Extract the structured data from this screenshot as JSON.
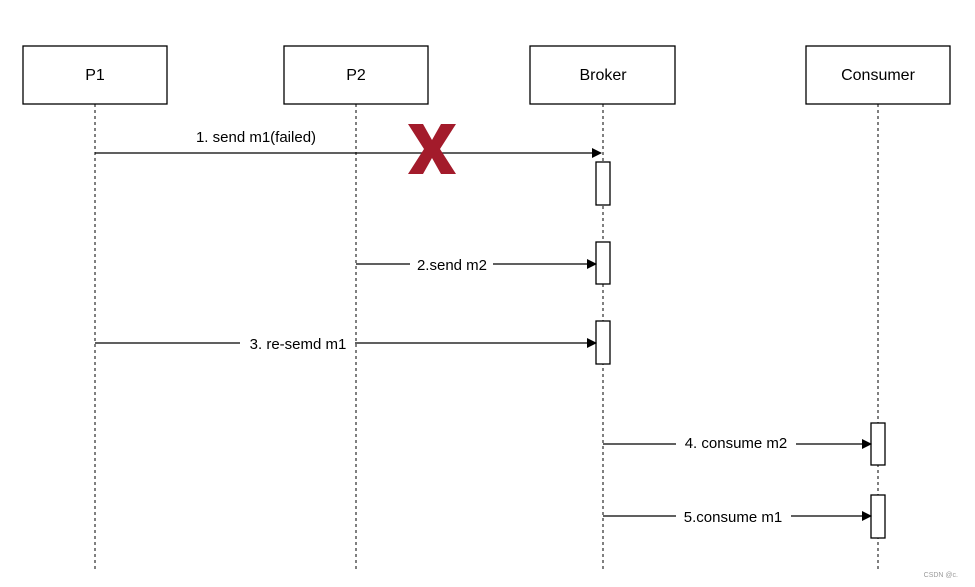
{
  "actors": {
    "p1": "P1",
    "p2": "P2",
    "broker": "Broker",
    "consumer": "Consumer"
  },
  "messages": [
    {
      "label": "1. send m1(failed)",
      "from": "P1",
      "to": "Broker",
      "failed": true
    },
    {
      "label": "2.send m2",
      "from": "P2",
      "to": "Broker"
    },
    {
      "label": "3. re-semd m1",
      "from": "P1",
      "to": "Broker"
    },
    {
      "label": "4. consume m2",
      "from": "Broker",
      "to": "Consumer"
    },
    {
      "label": "5.consume m1",
      "from": "Broker",
      "to": "Consumer"
    }
  ],
  "colors": {
    "failure_mark": "#a31b2b"
  },
  "watermark": "CSDN @c."
}
